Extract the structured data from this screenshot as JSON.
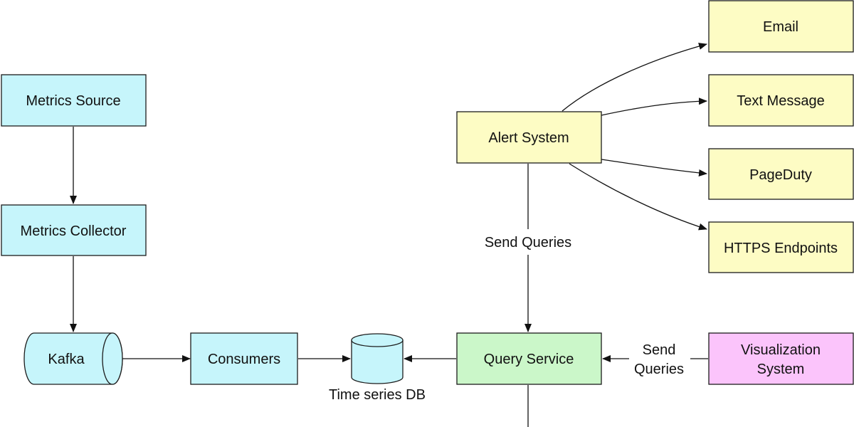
{
  "colors": {
    "cyan": "#c6f5fb",
    "yellow": "#fdfcc4",
    "green": "#cbf7c9",
    "pink": "#fbc4fb",
    "stroke": "#1c1c1c"
  },
  "nodes": {
    "metrics_source": "Metrics Source",
    "metrics_collector": "Metrics Collector",
    "kafka": "Kafka",
    "consumers": "Consumers",
    "time_series_db": "Time series DB",
    "query_service": "Query Service",
    "alert_system": "Alert System",
    "visualization_line1": "Visualization",
    "visualization_line2": "System",
    "email": "Email",
    "text_message": "Text Message",
    "pageduty": "PageDuty",
    "https_endpoints": "HTTPS Endpoints"
  },
  "edges": {
    "alert_to_query_label": "Send Queries",
    "viz_to_query_label_line1": "Send",
    "viz_to_query_label_line2": "Queries"
  }
}
